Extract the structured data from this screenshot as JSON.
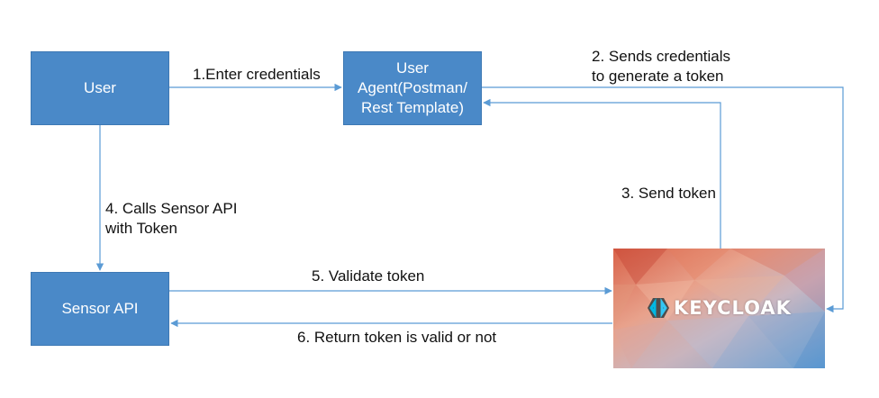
{
  "nodes": {
    "user": {
      "lines": [
        "User"
      ]
    },
    "user_agent": {
      "lines": [
        "User",
        "Agent(Postman/",
        "Rest Template)"
      ]
    },
    "sensor_api": {
      "lines": [
        "Sensor API"
      ]
    },
    "keycloak": {
      "logo_text": "KEYCLOAK"
    }
  },
  "edges": {
    "step1": {
      "lines": [
        "1.Enter credentials"
      ]
    },
    "step2": {
      "lines": [
        "2. Sends credentials",
        "to generate a token"
      ]
    },
    "step3": {
      "lines": [
        "3. Send token"
      ]
    },
    "step4": {
      "lines": [
        "4. Calls Sensor API",
        "with Token"
      ]
    },
    "step5": {
      "lines": [
        "5. Validate token"
      ]
    },
    "step6": {
      "lines": [
        "6. Return token is valid or not"
      ]
    }
  },
  "colors": {
    "box_fill": "#4a89c8",
    "arrow": "#5b9bd5",
    "text": "#111111"
  }
}
